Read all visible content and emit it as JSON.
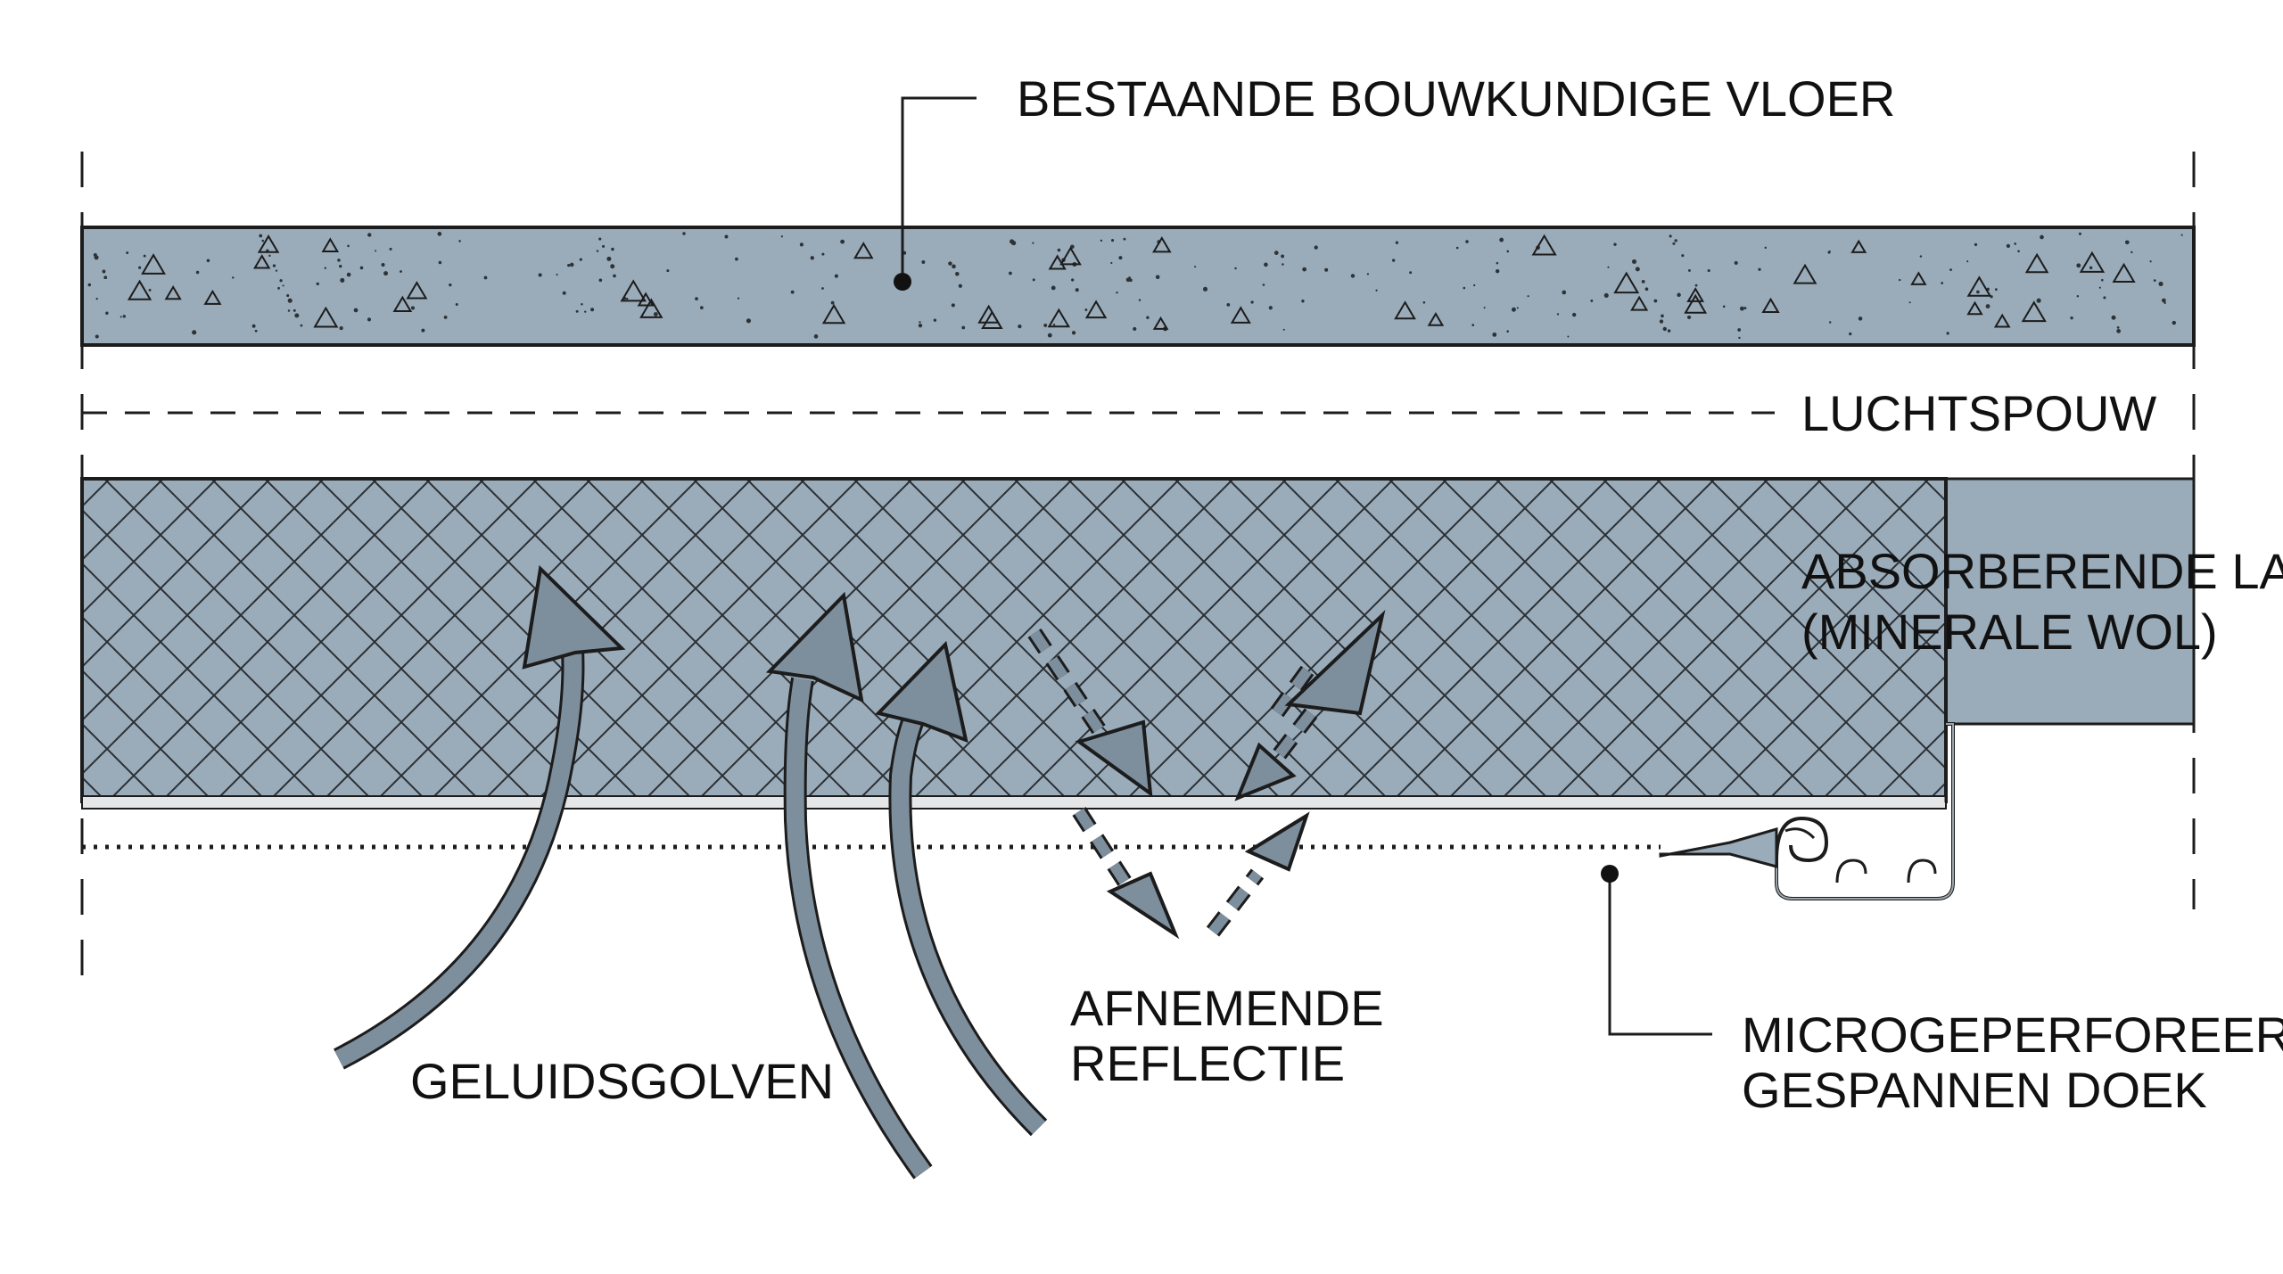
{
  "labels": {
    "existing_floor": "BESTAANDE BOUWKUNDIGE VLOER",
    "air_cavity": "LUCHTSPOUW",
    "absorbing_layer_line1": "ABSORBERENDE LAAG",
    "absorbing_layer_line2": "(MINERALE WOL)",
    "sound_waves": "GELUIDSGOLVEN",
    "reflection_line1": "AFNEMENDE",
    "reflection_line2": "REFLECTIE",
    "fabric_line1": "MICROGEPERFOREERD",
    "fabric_line2": "GESPANNEN DOEK"
  },
  "colors": {
    "concrete": "#9aabb9",
    "wool": "#9aabb9",
    "arrow": "#7d8e9c",
    "outline": "#1c1c1c",
    "profile": "#9aa5ae"
  }
}
